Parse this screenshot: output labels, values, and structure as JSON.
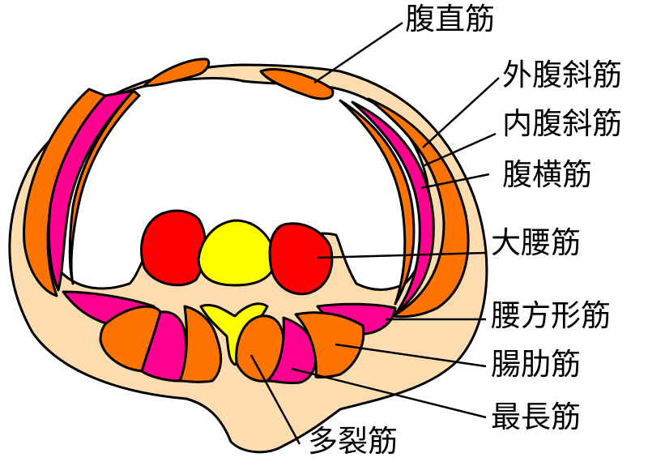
{
  "labels": {
    "rectus_abdominis": "腹直筋",
    "external_oblique": "外腹斜筋",
    "internal_oblique": "内腹斜筋",
    "transversus_abdominis": "腹横筋",
    "psoas_major": "大腰筋",
    "quadratus_lumborum": "腰方形筋",
    "iliocostalis": "腸肋筋",
    "longissimus": "最長筋",
    "multifidus": "多裂筋"
  },
  "colors": {
    "body": "#FDDCB0",
    "cavity": "#FFFFFF",
    "orange": "#FF7300",
    "magenta": "#FF0090",
    "red": "#FF0000",
    "yellow": "#FFFF00"
  }
}
